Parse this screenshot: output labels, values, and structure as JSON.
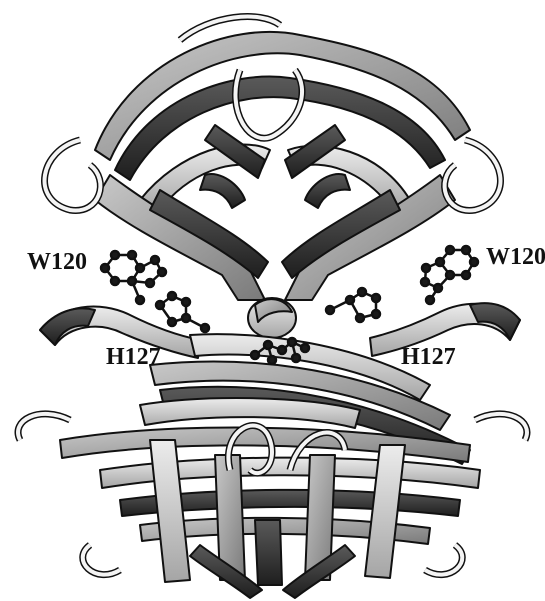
{
  "figure": {
    "labels": {
      "w120_left": "W120",
      "w120_right": "W120",
      "h127_left": "H127",
      "h127_right": "H127"
    }
  },
  "colors": {
    "strand_light": "#bdbdbd",
    "strand_mid": "#8c8c8c",
    "strand_dark": "#3a3a3a",
    "outline": "#111111",
    "coil": "#f2f2f2",
    "atom": "#1a1a1a"
  }
}
